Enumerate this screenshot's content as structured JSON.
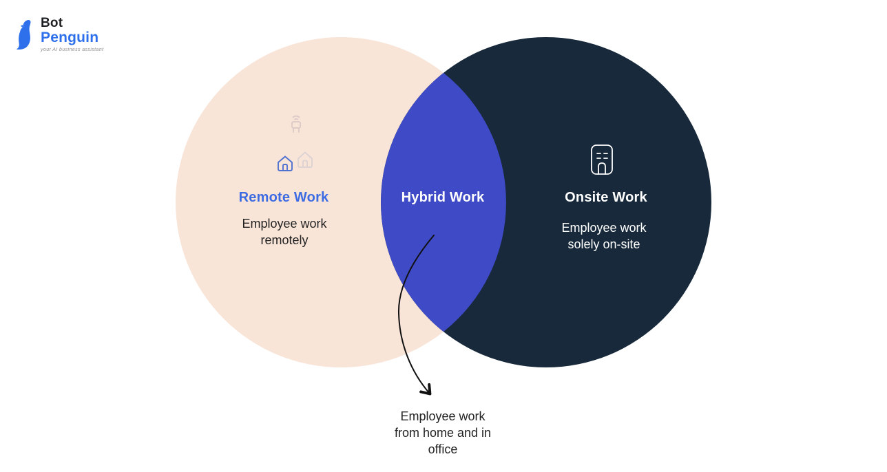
{
  "logo": {
    "brand_top": "Bot",
    "brand_bottom": "Penguin",
    "tagline": "your AI business assistant"
  },
  "venn": {
    "remote": {
      "title": "Remote Work",
      "description_lines": [
        "Employee work",
        "remotely"
      ]
    },
    "hybrid": {
      "title": "Hybrid Work",
      "annotation_lines": [
        "Employee work",
        "from home and in",
        "office"
      ]
    },
    "onsite": {
      "title": "Onsite Work",
      "description_lines": [
        "Employee work",
        "solely on-site"
      ]
    }
  },
  "icons": {
    "remote_primary": "house-icon",
    "remote_ghosts": [
      "house-ghost-icon",
      "remote-person-ghost-icon"
    ],
    "onsite_primary": "office-building-icon",
    "annotation_pointer": "curved-arrow-icon",
    "logo_mark": "penguin-icon"
  },
  "colors": {
    "page-bg": "#ffffff",
    "remote-circle": "#f9e4d8",
    "onsite-circle": "#17293a",
    "hybrid-overlap": "#3e4ac6",
    "remote-title": "#3d6ce2",
    "text-dark": "#222222",
    "white": "#ffffff",
    "arrow-black": "#111111",
    "house-icon-blue": "#4e71d0",
    "logo-blue": "#2e6fec",
    "logo-dark": "#1e2022",
    "tagline-gray": "#8f8f8f"
  }
}
